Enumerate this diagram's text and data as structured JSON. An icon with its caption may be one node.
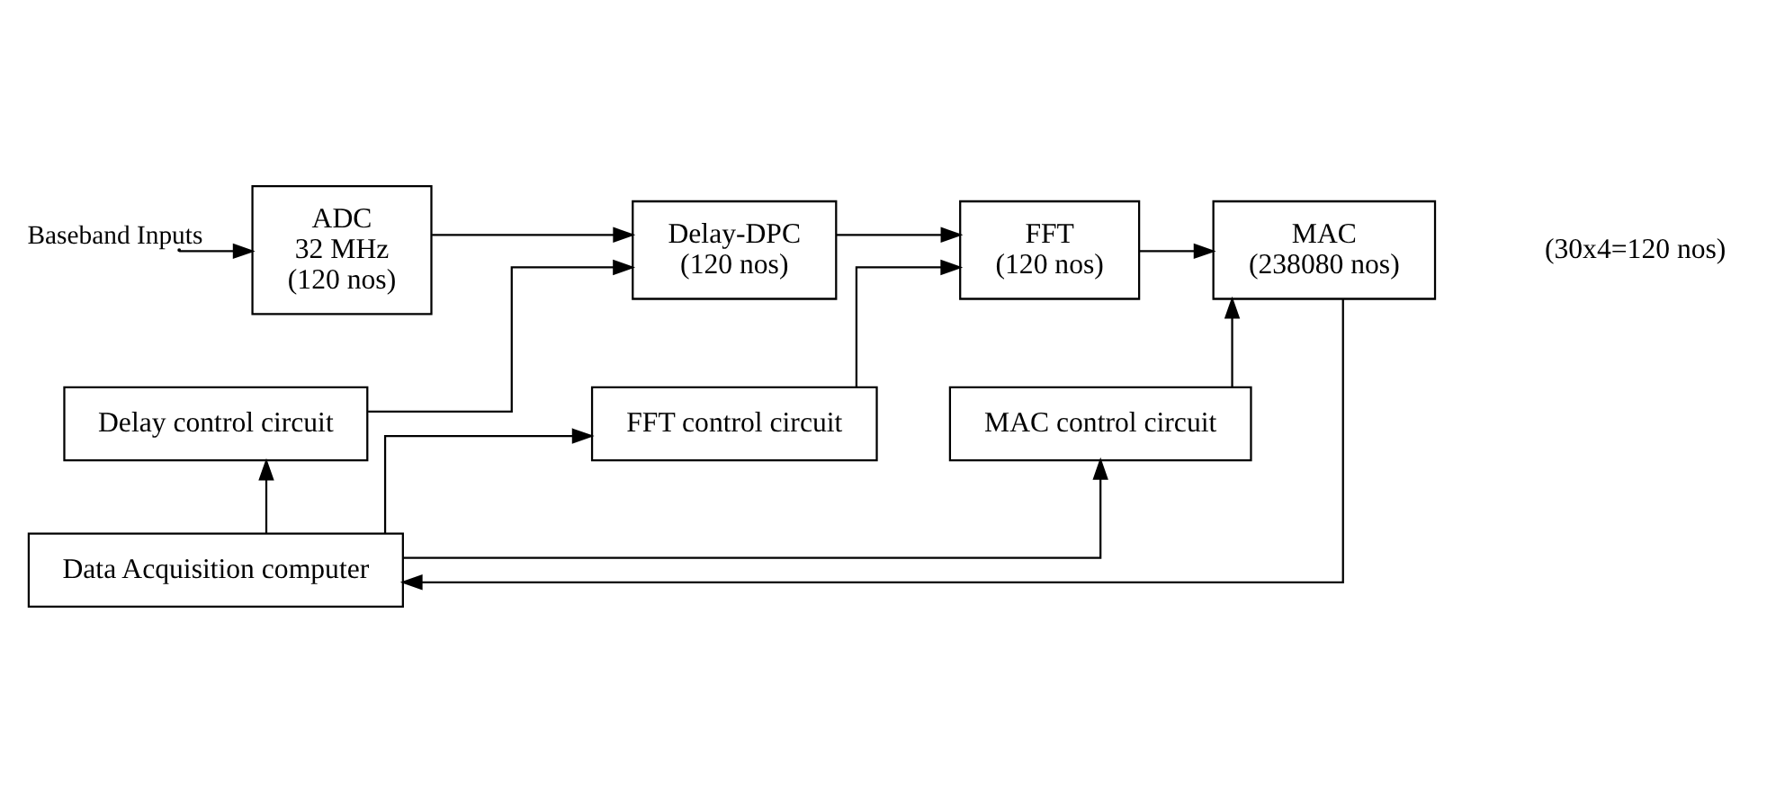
{
  "diagram": {
    "nodes": [
      {
        "text": [
          "ADC",
          "32 MHz",
          "(120 nos)"
        ]
      },
      {
        "text": [
          "Delay-DPC",
          "(120 nos)"
        ]
      },
      {
        "text": [
          "FFT",
          "(120 nos)"
        ]
      },
      {
        "text": [
          "MAC",
          "(238080 nos)"
        ]
      },
      {
        "text": [
          "Delay control circuit"
        ]
      },
      {
        "text": [
          "FFT control circuit"
        ]
      },
      {
        "text": [
          "MAC control circuit"
        ]
      },
      {
        "text": [
          "Data Acquisition computer"
        ]
      }
    ],
    "edges": [
      {
        "from": null,
        "to": 0,
        "arrow": "to",
        "label": "Baseband Inputs"
      },
      {
        "from": 0,
        "to": 1,
        "arrow": "to"
      },
      {
        "from": 1,
        "to": 2,
        "arrow": "to"
      },
      {
        "from": 2,
        "to": 3,
        "arrow": "to"
      },
      {
        "from": 4,
        "to": 1,
        "arrow": "to"
      },
      {
        "from": 5,
        "to": 2,
        "arrow": "to"
      },
      {
        "from": 6,
        "to": 3,
        "arrow": "to"
      },
      {
        "from": 7,
        "to": 4,
        "arrow": "to"
      },
      {
        "from": 7,
        "to": 5,
        "arrow": "to"
      },
      {
        "from": 7,
        "to": 6,
        "arrow": "to"
      },
      {
        "from": 3,
        "to": 7,
        "arrow": "to"
      }
    ],
    "labels": [
      "(30x4=120 nos)"
    ]
  }
}
